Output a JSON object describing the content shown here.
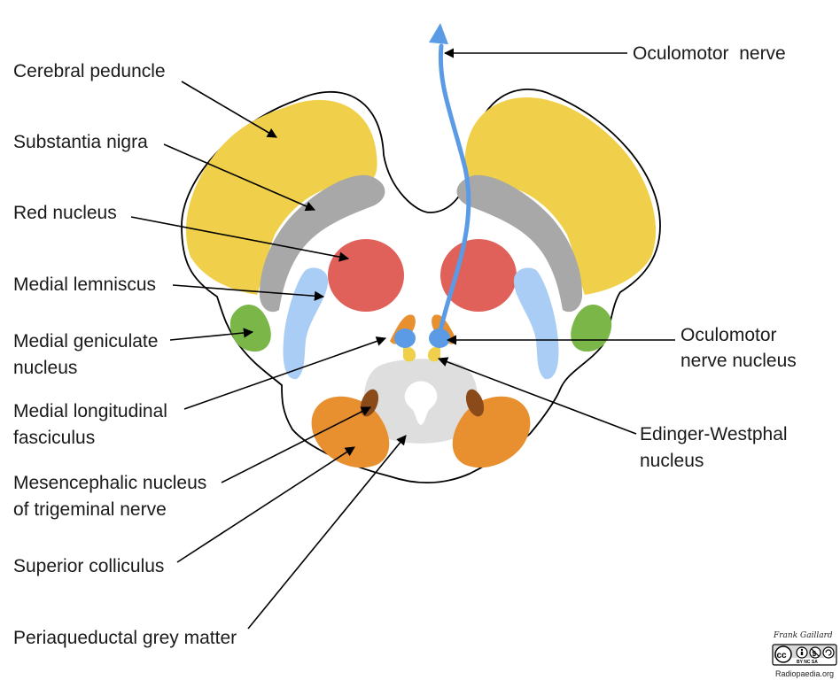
{
  "labels": {
    "cerebral_peduncle": "Cerebral peduncle",
    "substantia_nigra": "Substantia nigra",
    "red_nucleus": "Red nucleus",
    "medial_lemniscus": "Medial lemniscus",
    "medial_geniculate": [
      "Medial geniculate",
      "nucleus"
    ],
    "medial_longitudinal": [
      "Medial longitudinal",
      "fasciculus"
    ],
    "mesencephalic": [
      "Mesencephalic nucleus",
      "of trigeminal nerve"
    ],
    "superior_colliculus": "Superior colliculus",
    "periaqueductal": "Periaqueductal grey matter",
    "oculomotor_nerve": "Oculomotor  nerve",
    "oculomotor_nucleus": [
      "Oculomotor",
      "nerve nucleus"
    ],
    "edinger_westphal": [
      "Edinger-Westphal",
      "nucleus"
    ]
  },
  "attribution": {
    "author": "Frank Gaillard",
    "license": "BY NC SA",
    "site": "Radiopaedia.org"
  },
  "colors": {
    "cerebral_peduncle": "#f0d04a",
    "substantia_nigra": "#a8a8a8",
    "red_nucleus": "#e0605a",
    "medial_lemniscus": "#a9cdf5",
    "medial_geniculate": "#7ab648",
    "oculomotor_nerve": "#5b9be5",
    "oculomotor_nucleus": "#5b9be5",
    "edinger_westphal": "#f0d04a",
    "mlf": "#e8902f",
    "superior_colliculus": "#e8902f",
    "mesencephalic": "#8a4a1a",
    "periaqueductal": "#dedede",
    "outline": "#000000"
  }
}
